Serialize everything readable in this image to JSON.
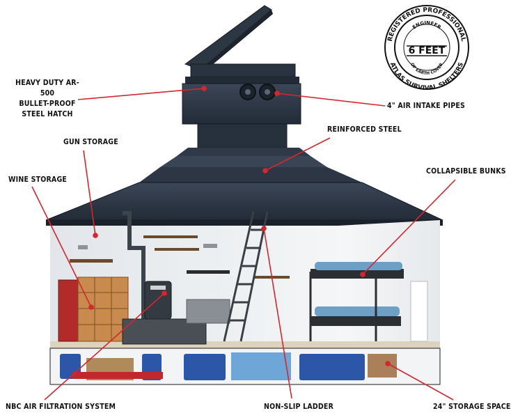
{
  "labels": {
    "hatch": [
      "HEAVY DUTY AR-500",
      "BULLET-PROOF",
      "STEEL HATCH"
    ],
    "air_intake": "4\" AIR INTAKE PIPES",
    "reinforced": "REINFORCED STEEL",
    "gun": "GUN STORAGE",
    "wine": "WINE STORAGE",
    "bunks": "COLLAPSIBLE BUNKS",
    "nbc": "NBC AIR FILTRATION SYSTEM",
    "ladder": "NON-SLIP LADDER",
    "storage": "24\" STORAGE SPACE"
  },
  "seal": {
    "top_arc": "REGISTERED PROFESSIONAL",
    "inner_top": "ENGINEER",
    "center": "6 FEET",
    "inner_bottom": "OF EARTH COVER",
    "bottom_arc": "ATLAS SURVIVAL SHELTERS"
  },
  "colors": {
    "leader": "#d6262d",
    "roof": "#2a3442",
    "wall": "#e9ecef",
    "floor": "#dcd2bd"
  }
}
